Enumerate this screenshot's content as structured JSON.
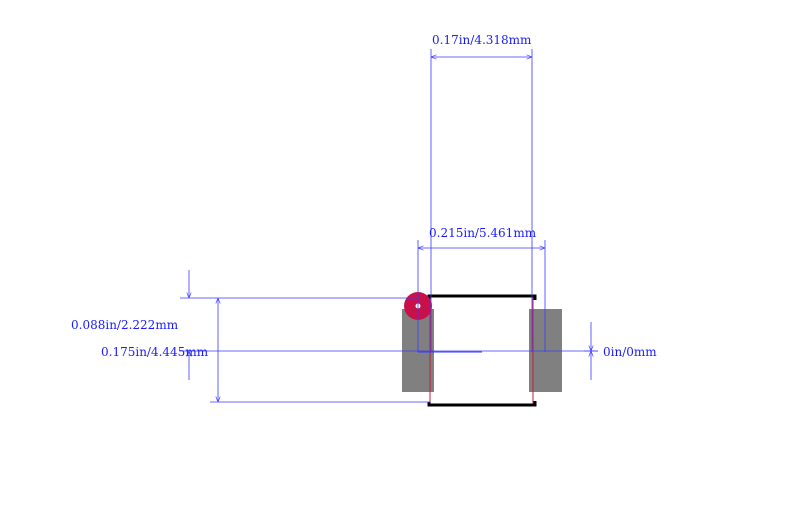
{
  "dimensions": {
    "top_width": "0.17in/4.318mm",
    "overall_width": "0.215in/5.461mm",
    "pad_offset_height": "0.088in/2.222mm",
    "overall_height": "0.175in/4.445mm",
    "center_offset": "0in/0mm"
  },
  "colors": {
    "dimension_line": "#3a3aff",
    "pad": "#808080",
    "outline": "#000000",
    "courtyard": "#c0203a",
    "pin1_marker": "#c8104a",
    "background": "#ffffff"
  }
}
